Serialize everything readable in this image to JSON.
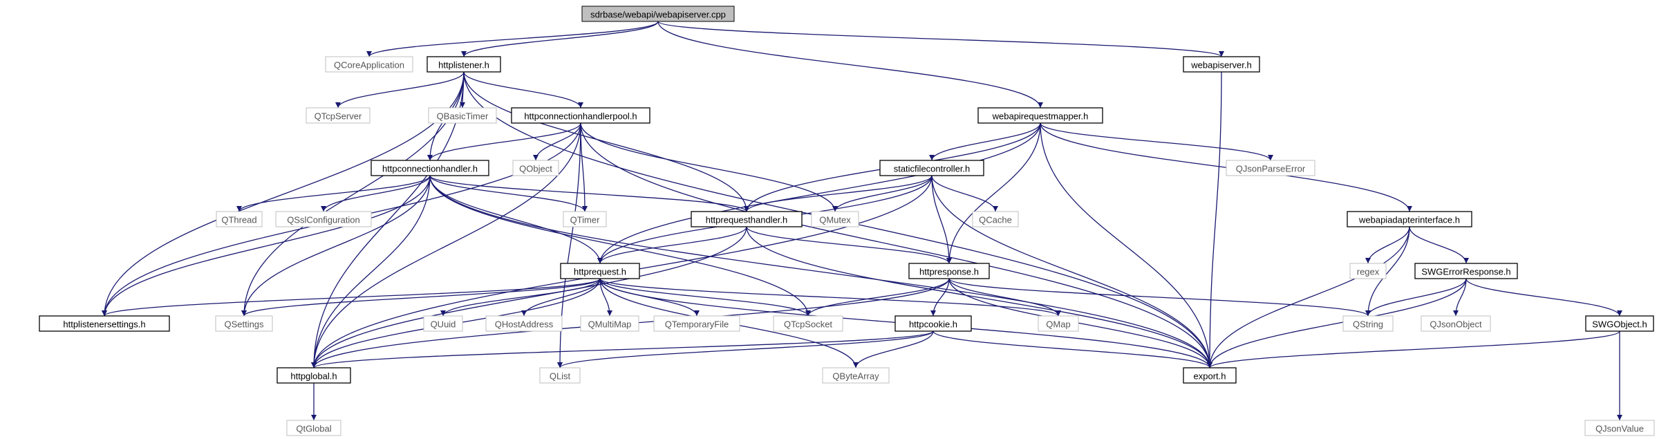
{
  "nodes": [
    {
      "id": "root",
      "label": "sdrbase/webapi/webapiserver.cpp",
      "kind": "main"
    },
    {
      "id": "qcoreapp",
      "label": "QCoreApplication",
      "kind": "ext"
    },
    {
      "id": "httplistener",
      "label": "httplistener.h",
      "kind": "doc"
    },
    {
      "id": "webapiserverh",
      "label": "webapiserver.h",
      "kind": "doc"
    },
    {
      "id": "webapirequestmapper",
      "label": "webapirequestmapper.h",
      "kind": "doc"
    },
    {
      "id": "qtcpserver",
      "label": "QTcpServer",
      "kind": "ext"
    },
    {
      "id": "qbasictimer",
      "label": "QBasicTimer",
      "kind": "ext"
    },
    {
      "id": "httpconnectionhandlerpool",
      "label": "httpconnectionhandlerpool.h",
      "kind": "doc"
    },
    {
      "id": "qobject",
      "label": "QObject",
      "kind": "ext"
    },
    {
      "id": "qjsonparseerror",
      "label": "QJsonParseError",
      "kind": "ext"
    },
    {
      "id": "staticfilecontroller",
      "label": "staticfilecontroller.h",
      "kind": "doc"
    },
    {
      "id": "httpconnectionhandler",
      "label": "httpconnectionhandler.h",
      "kind": "doc"
    },
    {
      "id": "qthread",
      "label": "QThread",
      "kind": "ext"
    },
    {
      "id": "qsslconfiguration",
      "label": "QSslConfiguration",
      "kind": "ext"
    },
    {
      "id": "qtimer",
      "label": "QTimer",
      "kind": "ext"
    },
    {
      "id": "httprequesthandler",
      "label": "httprequesthandler.h",
      "kind": "doc"
    },
    {
      "id": "qmutex",
      "label": "QMutex",
      "kind": "ext"
    },
    {
      "id": "qcache",
      "label": "QCache",
      "kind": "ext"
    },
    {
      "id": "webapiadapterinterface",
      "label": "webapiadapterinterface.h",
      "kind": "doc"
    },
    {
      "id": "regex",
      "label": "regex",
      "kind": "ext"
    },
    {
      "id": "httprequest",
      "label": "httprequest.h",
      "kind": "doc"
    },
    {
      "id": "httpresponse",
      "label": "httpresponse.h",
      "kind": "doc"
    },
    {
      "id": "swgerrorresponse",
      "label": "SWGErrorResponse.h",
      "kind": "doc"
    },
    {
      "id": "httplistenersettings",
      "label": "httplistenersettings.h",
      "kind": "doc"
    },
    {
      "id": "qsettings",
      "label": "QSettings",
      "kind": "ext"
    },
    {
      "id": "quuid",
      "label": "QUuid",
      "kind": "ext"
    },
    {
      "id": "qhostaddress",
      "label": "QHostAddress",
      "kind": "ext"
    },
    {
      "id": "qmultimap",
      "label": "QMultiMap",
      "kind": "ext"
    },
    {
      "id": "qtemporaryfile",
      "label": "QTemporaryFile",
      "kind": "ext"
    },
    {
      "id": "qtcpsocket",
      "label": "QTcpSocket",
      "kind": "ext"
    },
    {
      "id": "qmap",
      "label": "QMap",
      "kind": "ext"
    },
    {
      "id": "qstring",
      "label": "QString",
      "kind": "ext"
    },
    {
      "id": "qjsonobject",
      "label": "QJsonObject",
      "kind": "ext"
    },
    {
      "id": "swgobject",
      "label": "SWGObject.h",
      "kind": "doc"
    },
    {
      "id": "httpcookie",
      "label": "httpcookie.h",
      "kind": "doc"
    },
    {
      "id": "httpglobal",
      "label": "httpglobal.h",
      "kind": "doc"
    },
    {
      "id": "qlist",
      "label": "QList",
      "kind": "ext"
    },
    {
      "id": "qbytearray",
      "label": "QByteArray",
      "kind": "ext"
    },
    {
      "id": "exporth",
      "label": "export.h",
      "kind": "doc"
    },
    {
      "id": "qjsonvalue",
      "label": "QJsonValue",
      "kind": "ext"
    },
    {
      "id": "qtglobal",
      "label": "QtGlobal",
      "kind": "ext"
    }
  ],
  "edges": [
    [
      "root",
      "qcoreapp"
    ],
    [
      "root",
      "httplistener"
    ],
    [
      "root",
      "webapiserverh"
    ],
    [
      "root",
      "webapirequestmapper"
    ],
    [
      "httplistener",
      "qtcpserver"
    ],
    [
      "httplistener",
      "qbasictimer"
    ],
    [
      "httplistener",
      "httpconnectionhandlerpool"
    ],
    [
      "httplistener",
      "httpconnectionhandler"
    ],
    [
      "httplistener",
      "httprequesthandler"
    ],
    [
      "httplistener",
      "httplistenersettings"
    ],
    [
      "httplistener",
      "qsettings"
    ],
    [
      "httplistener",
      "httpglobal"
    ],
    [
      "httplistener",
      "exporth"
    ],
    [
      "webapiserverh",
      "exporth"
    ],
    [
      "httpconnectionhandlerpool",
      "qobject"
    ],
    [
      "httpconnectionhandlerpool",
      "qtimer"
    ],
    [
      "httpconnectionhandlerpool",
      "qmutex"
    ],
    [
      "httpconnectionhandlerpool",
      "httpconnectionhandler"
    ],
    [
      "httpconnectionhandlerpool",
      "httplistenersettings"
    ],
    [
      "httpconnectionhandlerpool",
      "httpglobal"
    ],
    [
      "httpconnectionhandlerpool",
      "qlist"
    ],
    [
      "httpconnectionhandlerpool",
      "exporth"
    ],
    [
      "httpconnectionhandler",
      "qthread"
    ],
    [
      "httpconnectionhandler",
      "qsslconfiguration"
    ],
    [
      "httpconnectionhandler",
      "qtimer"
    ],
    [
      "httpconnectionhandler",
      "httprequesthandler"
    ],
    [
      "httpconnectionhandler",
      "httprequest"
    ],
    [
      "httpconnectionhandler",
      "httplistenersettings"
    ],
    [
      "httpconnectionhandler",
      "qsettings"
    ],
    [
      "httpconnectionhandler",
      "qtcpsocket"
    ],
    [
      "httpconnectionhandler",
      "httpglobal"
    ],
    [
      "httpconnectionhandler",
      "exporth"
    ],
    [
      "webapirequestmapper",
      "qjsonparseerror"
    ],
    [
      "webapirequestmapper",
      "staticfilecontroller"
    ],
    [
      "webapirequestmapper",
      "httprequesthandler"
    ],
    [
      "webapirequestmapper",
      "webapiadapterinterface"
    ],
    [
      "webapirequestmapper",
      "httprequest"
    ],
    [
      "webapirequestmapper",
      "httpresponse"
    ],
    [
      "webapirequestmapper",
      "exporth"
    ],
    [
      "staticfilecontroller",
      "qcache"
    ],
    [
      "staticfilecontroller",
      "qmutex"
    ],
    [
      "staticfilecontroller",
      "httprequesthandler"
    ],
    [
      "staticfilecontroller",
      "httprequest"
    ],
    [
      "staticfilecontroller",
      "httpresponse"
    ],
    [
      "staticfilecontroller",
      "httpglobal"
    ],
    [
      "staticfilecontroller",
      "exporth"
    ],
    [
      "httprequesthandler",
      "httprequest"
    ],
    [
      "httprequesthandler",
      "httpresponse"
    ],
    [
      "httprequesthandler",
      "httpglobal"
    ],
    [
      "httprequesthandler",
      "exporth"
    ],
    [
      "webapiadapterinterface",
      "regex"
    ],
    [
      "webapiadapterinterface",
      "qstring"
    ],
    [
      "webapiadapterinterface",
      "swgerrorresponse"
    ],
    [
      "webapiadapterinterface",
      "exporth"
    ],
    [
      "httprequest",
      "httplistenersettings"
    ],
    [
      "httprequest",
      "qsettings"
    ],
    [
      "httprequest",
      "quuid"
    ],
    [
      "httprequest",
      "qhostaddress"
    ],
    [
      "httprequest",
      "qmultimap"
    ],
    [
      "httprequest",
      "qtemporaryfile"
    ],
    [
      "httprequest",
      "qtcpsocket"
    ],
    [
      "httprequest",
      "qmap"
    ],
    [
      "httprequest",
      "qbytearray"
    ],
    [
      "httprequest",
      "httpglobal"
    ],
    [
      "httprequest",
      "exporth"
    ],
    [
      "httpresponse",
      "qmap"
    ],
    [
      "httpresponse",
      "qstring"
    ],
    [
      "httpresponse",
      "qtcpsocket"
    ],
    [
      "httpresponse",
      "httpcookie"
    ],
    [
      "httpresponse",
      "httpglobal"
    ],
    [
      "httpresponse",
      "exporth"
    ],
    [
      "swgerrorresponse",
      "qjsonobject"
    ],
    [
      "swgerrorresponse",
      "qstring"
    ],
    [
      "swgerrorresponse",
      "swgobject"
    ],
    [
      "swgerrorresponse",
      "exporth"
    ],
    [
      "swgobject",
      "qjsonvalue"
    ],
    [
      "swgobject",
      "exporth"
    ],
    [
      "httpcookie",
      "qlist"
    ],
    [
      "httpcookie",
      "qbytearray"
    ],
    [
      "httpcookie",
      "httpglobal"
    ],
    [
      "httpcookie",
      "exporth"
    ],
    [
      "httpglobal",
      "qtglobal"
    ]
  ]
}
